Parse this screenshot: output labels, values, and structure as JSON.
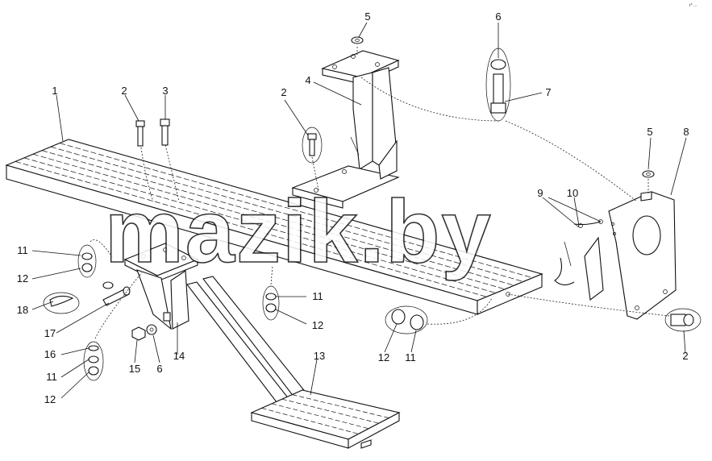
{
  "watermark": "mazik.by",
  "corner_mark": "r° ...",
  "callouts": [
    {
      "id": "c1",
      "label": "1"
    },
    {
      "id": "c2a",
      "label": "2"
    },
    {
      "id": "c2b",
      "label": "2"
    },
    {
      "id": "c2c",
      "label": "2"
    },
    {
      "id": "c3",
      "label": "3"
    },
    {
      "id": "c4",
      "label": "4"
    },
    {
      "id": "c5a",
      "label": "5"
    },
    {
      "id": "c5b",
      "label": "5"
    },
    {
      "id": "c6a",
      "label": "6"
    },
    {
      "id": "c6b",
      "label": "6"
    },
    {
      "id": "c7",
      "label": "7"
    },
    {
      "id": "c8",
      "label": "8"
    },
    {
      "id": "c9",
      "label": "9"
    },
    {
      "id": "c10",
      "label": "10"
    },
    {
      "id": "c11a",
      "label": "11"
    },
    {
      "id": "c11b",
      "label": "11"
    },
    {
      "id": "c11c",
      "label": "11"
    },
    {
      "id": "c11d",
      "label": "11"
    },
    {
      "id": "c12a",
      "label": "12"
    },
    {
      "id": "c12b",
      "label": "12"
    },
    {
      "id": "c12c",
      "label": "12"
    },
    {
      "id": "c12d",
      "label": "12"
    },
    {
      "id": "c13",
      "label": "13"
    },
    {
      "id": "c14",
      "label": "14"
    },
    {
      "id": "c15",
      "label": "15"
    },
    {
      "id": "c16",
      "label": "16"
    },
    {
      "id": "c17",
      "label": "17"
    },
    {
      "id": "c18",
      "label": "18"
    }
  ]
}
